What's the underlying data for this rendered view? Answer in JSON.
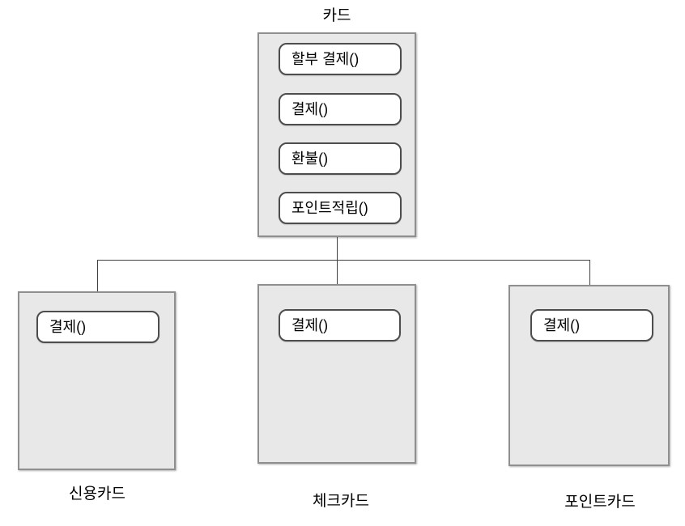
{
  "diagram": {
    "parent": {
      "title": "카드",
      "methods": [
        "할부 결제()",
        "결제()",
        "환불()",
        "포인트적립()"
      ]
    },
    "children": [
      {
        "label": "신용카드",
        "methods": [
          "결제()"
        ]
      },
      {
        "label": "체크카드",
        "methods": [
          "결제()"
        ]
      },
      {
        "label": "포인트카드",
        "methods": [
          "결제()"
        ]
      }
    ],
    "colors": {
      "box_fill": "#e8e8e8",
      "box_border": "#8f8f8f",
      "method_border": "#4d4d4d",
      "method_fill": "#ffffff",
      "connector": "#404040",
      "text": "#000000",
      "background": "#ffffff"
    }
  }
}
